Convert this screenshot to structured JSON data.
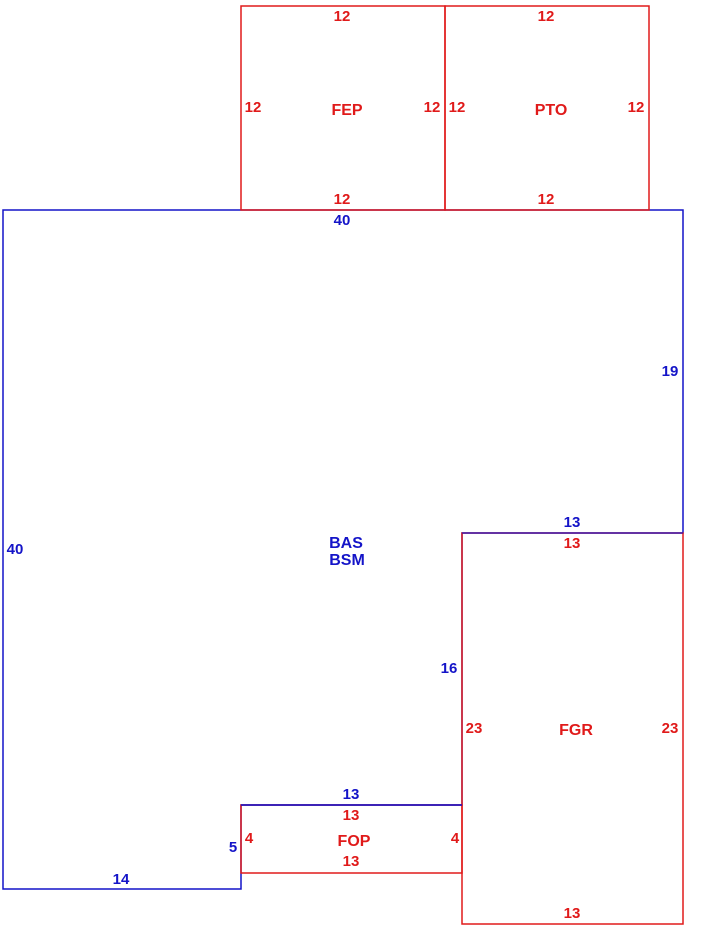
{
  "colors": {
    "main": "#1414c8",
    "addon": "#e01a1a"
  },
  "areas": {
    "bas_code": "BAS",
    "bsm_code": "BSM",
    "fep_code": "FEP",
    "pto_code": "PTO",
    "fgr_code": "FGR",
    "fop_code": "FOP"
  },
  "dims": {
    "bas_top": "40",
    "bas_right": "19",
    "bas_left": "40",
    "bas_notch_top": "13",
    "bas_notch_left": "16",
    "bas_step_top": "13",
    "bas_step_left": "5",
    "bas_bottom": "14",
    "fep_top": "12",
    "fep_left": "12",
    "fep_right": "12",
    "fep_bottom": "12",
    "pto_top": "12",
    "pto_left": "12",
    "pto_right": "12",
    "pto_bottom": "12",
    "fgr_top": "13",
    "fgr_left": "23",
    "fgr_right": "23",
    "fgr_bottom": "13",
    "fop_top": "13",
    "fop_left": "4",
    "fop_right": "4",
    "fop_bottom": "13"
  }
}
